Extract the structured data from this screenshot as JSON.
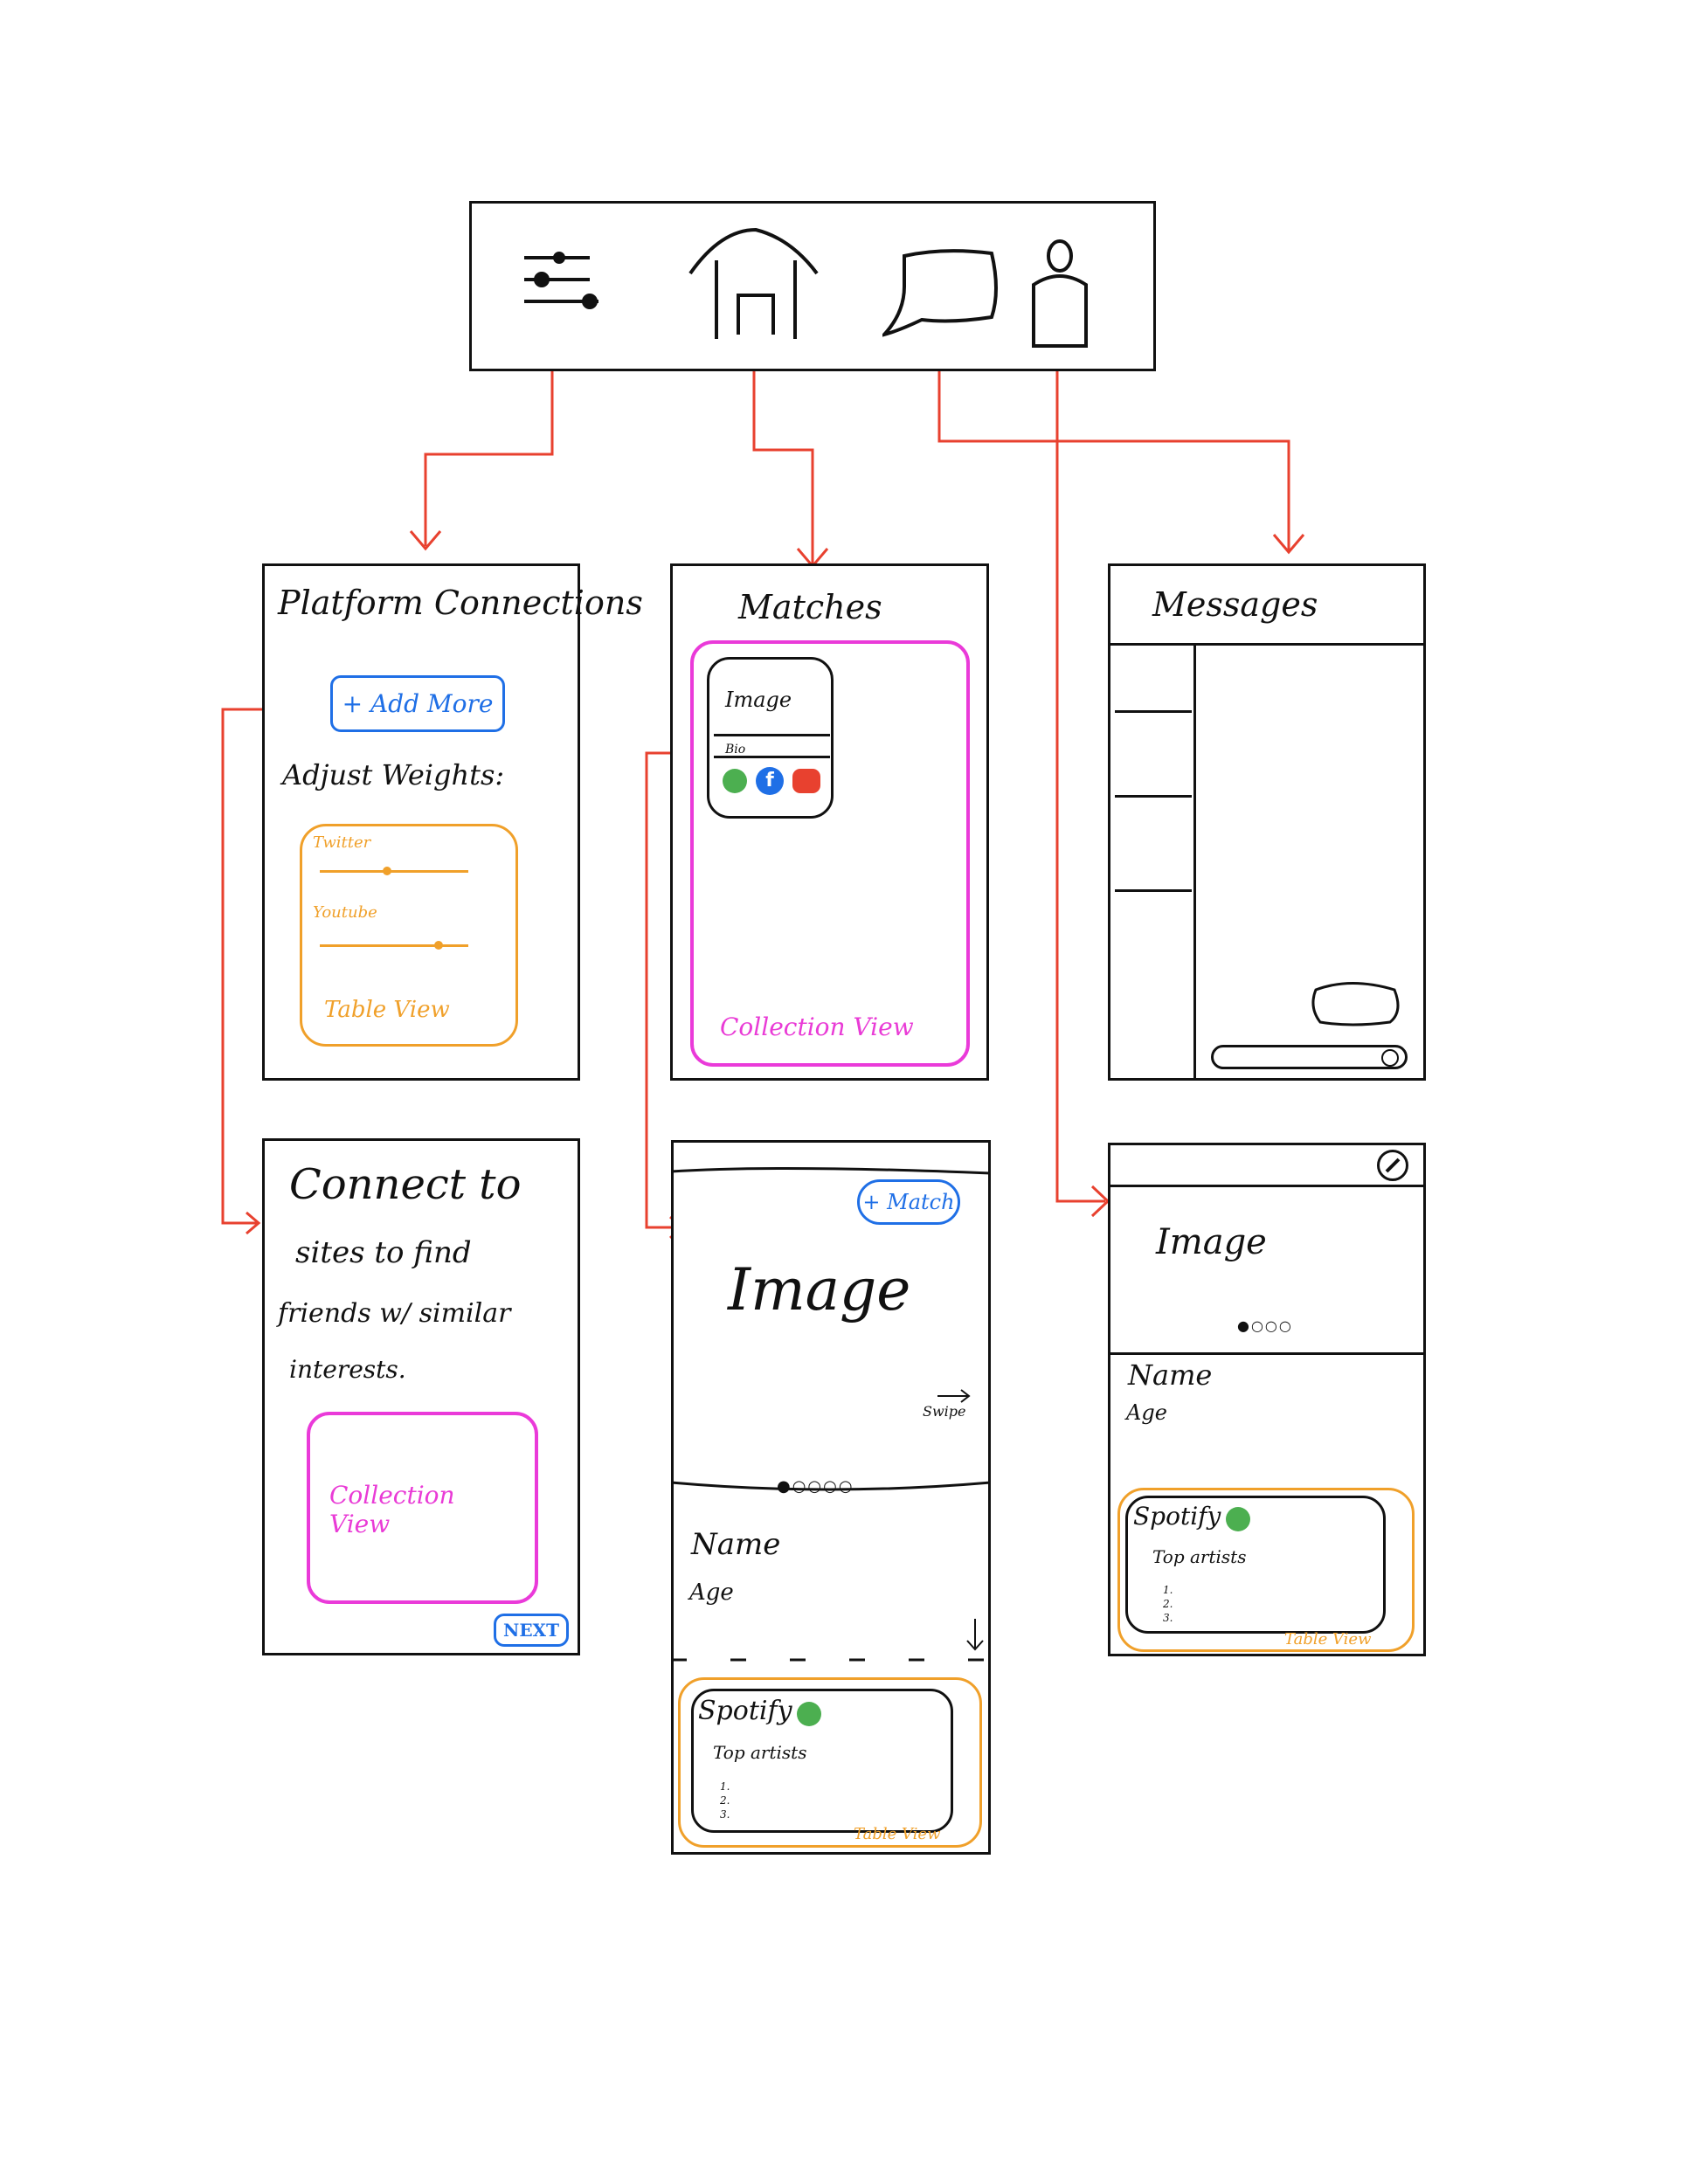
{
  "tab_bar": {
    "icons": [
      "sliders-icon",
      "home-icon",
      "chat-bubble-icon",
      "person-icon"
    ]
  },
  "platform_connections": {
    "title": "Platform Connections",
    "add_more": "+ Add More",
    "adjust_weights": "Adjust Weights:",
    "sliders": [
      {
        "label": "Twitter",
        "value": 0.45
      },
      {
        "label": "Youtube",
        "value": 0.8
      }
    ],
    "table_view_label": "Table View"
  },
  "matches": {
    "title": "Matches",
    "card_image_label": "Image",
    "card_bio_label": "Bio",
    "collection_view_label": "Collection View",
    "social_icons": [
      "spotify-icon",
      "facebook-icon",
      "youtube-icon"
    ]
  },
  "messages": {
    "title": "Messages"
  },
  "connect": {
    "text_line1": "Connect to",
    "text_line2": "sites to find",
    "text_line3": "friends w/ similar",
    "text_line4": "interests.",
    "collection_view_label": "Collection View",
    "next_button": "NEXT"
  },
  "match_detail": {
    "match_button": "+ Match",
    "image_label": "Image",
    "swipe_label": "Swipe",
    "page_dots": "●○○○○",
    "name_label": "Name",
    "age_label": "Age",
    "spotify_title": "Spotify",
    "top_artists_label": "Top artists",
    "list_items": [
      "1.",
      "2.",
      "3."
    ],
    "table_view_label": "Table View"
  },
  "profile": {
    "image_label": "Image",
    "page_dots": "●○○○",
    "name_label": "Name",
    "age_label": "Age",
    "spotify_title": "Spotify",
    "top_artists_label": "Top artists",
    "list_items": [
      "1.",
      "2.",
      "3."
    ],
    "table_view_label": "Table View"
  },
  "colors": {
    "arrow": "#e8412f",
    "collection": "#ea3ad9",
    "table": "#f0a02a",
    "button": "#1f6fe6",
    "spotify": "#4caf50"
  }
}
